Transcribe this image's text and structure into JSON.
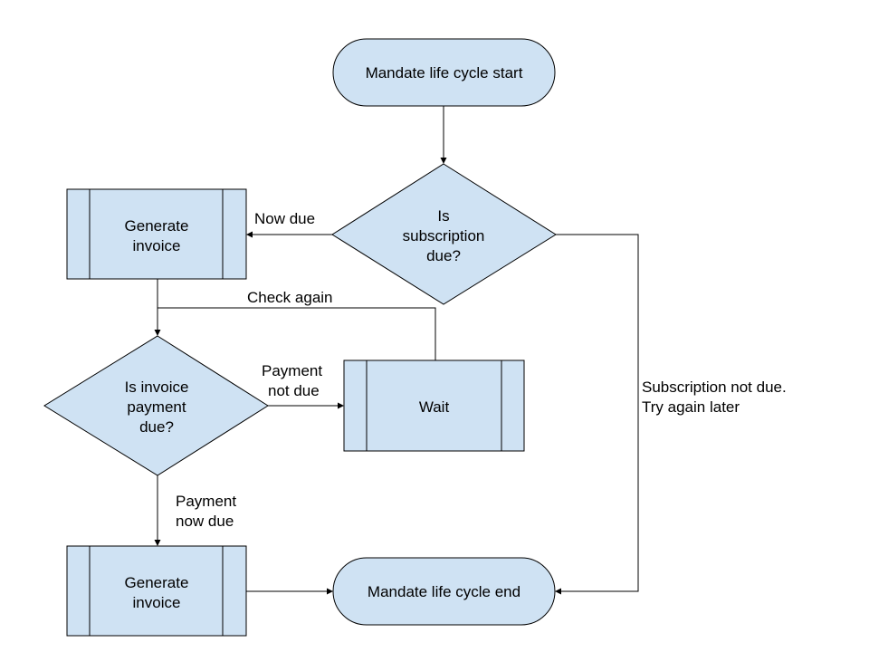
{
  "diagram": {
    "start": {
      "label": "Mandate life cycle start"
    },
    "subscription_decision": {
      "lines": [
        "Is",
        "subscription",
        "due?"
      ]
    },
    "generate_invoice_top": {
      "lines": [
        "Generate",
        "invoice"
      ]
    },
    "invoice_payment_decision": {
      "lines": [
        "Is invoice",
        "payment",
        "due?"
      ]
    },
    "wait": {
      "label": "Wait"
    },
    "generate_invoice_bottom": {
      "lines": [
        "Generate",
        "invoice"
      ]
    },
    "end": {
      "label": "Mandate life cycle end"
    }
  },
  "edge_labels": {
    "now_due": "Now due",
    "check_again": "Check again",
    "payment_not_due": [
      "Payment",
      "not due"
    ],
    "payment_now_due": [
      "Payment",
      "now due"
    ],
    "subscription_not_due": [
      "Subscription not due.",
      "Try again later"
    ]
  },
  "colors": {
    "shape_fill": "#cfe2f3",
    "stroke": "#000000"
  }
}
